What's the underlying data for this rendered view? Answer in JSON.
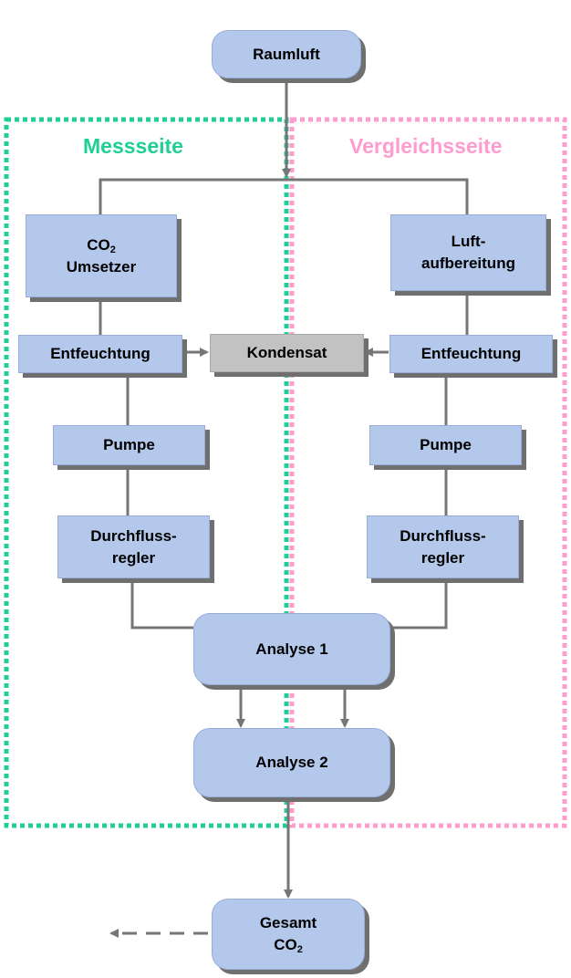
{
  "zones": {
    "left_label": "Messseite",
    "right_label": "Vergleichsseite",
    "left_color": "#1fcf95",
    "right_color": "#ff9ccf"
  },
  "nodes": {
    "raumluft": "Raumluft",
    "co2_umsetzer": {
      "line1_main": "CO",
      "line1_sub": "2",
      "line2": "Umsetzer"
    },
    "luftaufbereitung": {
      "line1": "Luft-",
      "line2": "aufbereitung"
    },
    "entfeuchtung_left": "Entfeuchtung",
    "kondensat": "Kondensat",
    "entfeuchtung_right": "Entfeuchtung",
    "pumpe_left": "Pumpe",
    "pumpe_right": "Pumpe",
    "durchfluss_left": {
      "line1": "Durchfluss-",
      "line2": "regler"
    },
    "durchfluss_right": {
      "line1": "Durchfluss-",
      "line2": "regler"
    },
    "analyse1": "Analyse 1",
    "analyse2": "Analyse 2",
    "gesamt": {
      "line1": "Gesamt",
      "line2_main": "CO",
      "line2_sub": "2"
    }
  },
  "colors": {
    "node_fill": "#b4c8ec",
    "kondensat_fill": "#c2c2c2",
    "connector": "#767676"
  }
}
